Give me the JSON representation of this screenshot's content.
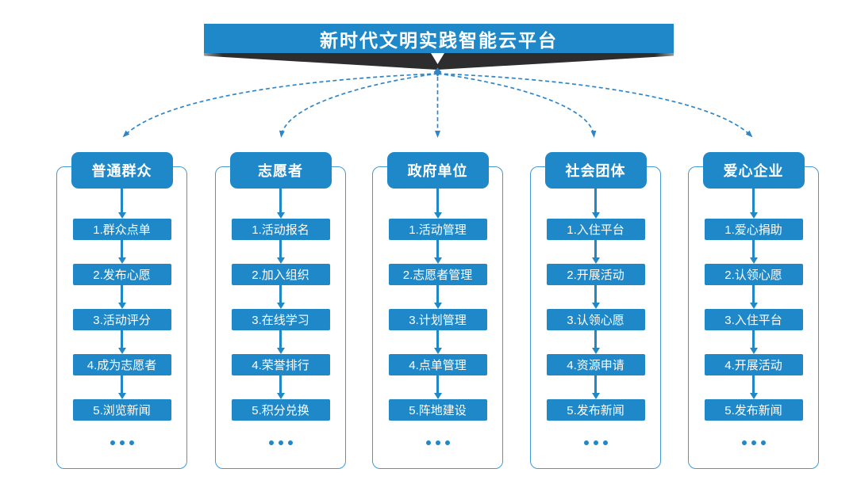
{
  "title": "新时代文明实践智能云平台",
  "colors": {
    "primary_blue": "#1E88C8",
    "outline_blue": "#4399D3",
    "line_blue": "#2E86C8",
    "ribbon_dark": "#2d2d2d"
  },
  "columns": [
    {
      "header": "普通群众",
      "items": [
        "1.群众点单",
        "2.发布心愿",
        "3.活动评分",
        "4.成为志愿者",
        "5.浏览新闻"
      ],
      "more": "..."
    },
    {
      "header": "志愿者",
      "items": [
        "1.活动报名",
        "2.加入组织",
        "3.在线学习",
        "4.荣誉排行",
        "5.积分兑换"
      ],
      "more": "..."
    },
    {
      "header": "政府单位",
      "items": [
        "1.活动管理",
        "2.志愿者管理",
        "3.计划管理",
        "4.点单管理",
        "5.阵地建设"
      ],
      "more": "..."
    },
    {
      "header": "社会团体",
      "items": [
        "1.入住平台",
        "2.开展活动",
        "3.认领心愿",
        "4.资源申请",
        "5.发布新闻"
      ],
      "more": "..."
    },
    {
      "header": "爱心企业",
      "items": [
        "1.爱心捐助",
        "2.认领心愿",
        "3.入住平台",
        "4.开展活动",
        "5.发布新闻"
      ],
      "more": "..."
    }
  ]
}
